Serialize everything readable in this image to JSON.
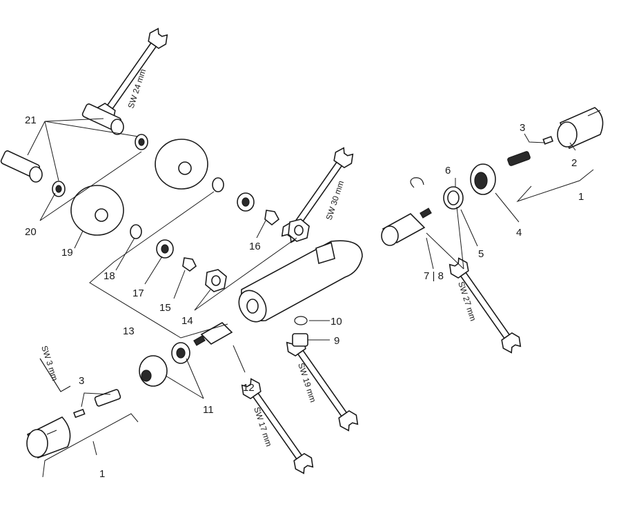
{
  "part_numbers": {
    "p1_right": "1",
    "p2": "2",
    "p3_right": "3",
    "p4": "4",
    "p5": "5",
    "p6": "6",
    "p7_8": "7 | 8",
    "p9": "9",
    "p10": "10",
    "p11": "11",
    "p12": "12",
    "p13": "13",
    "p14": "14",
    "p15": "15",
    "p16": "16",
    "p17": "17",
    "p18": "18",
    "p19": "19",
    "p20": "20",
    "p21": "21",
    "p3_left": "3",
    "p1_left": "1"
  },
  "tool_labels": {
    "sw24": "SW 24 mm",
    "sw30": "SW 30 mm",
    "sw27": "SW 27 mm",
    "sw19": "SW 19 mm",
    "sw17": "SW 17 mm",
    "sw3": "SW 3 mm"
  }
}
